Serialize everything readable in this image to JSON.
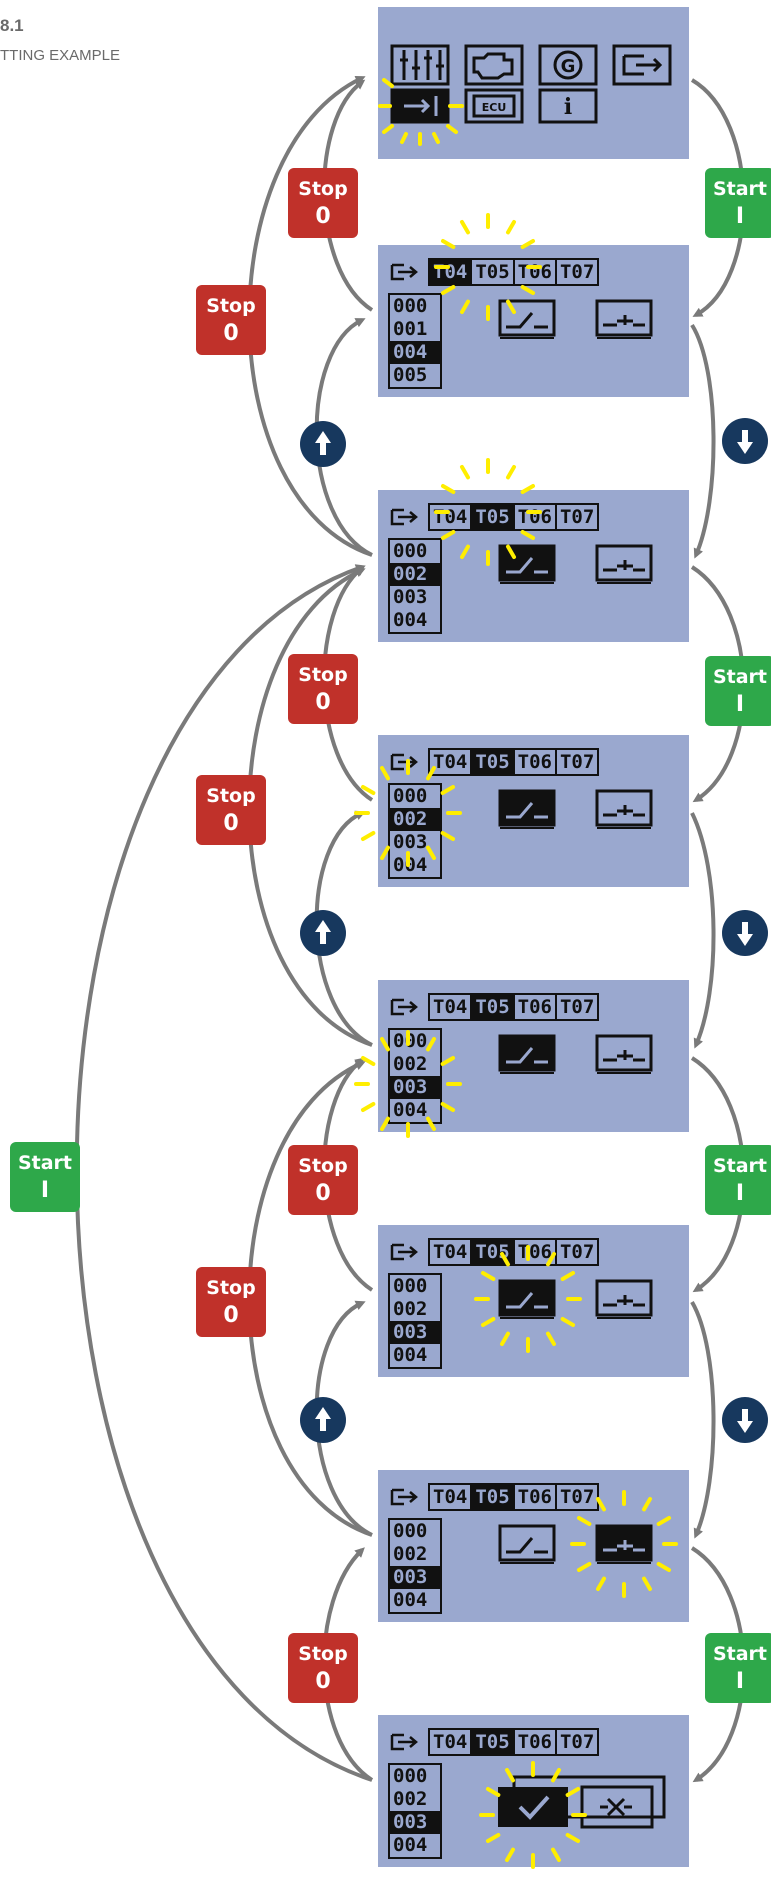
{
  "header": {
    "section_number": "8.1",
    "section_title": "TTING EXAMPLE"
  },
  "buttons": {
    "stop_label": "Stop",
    "stop_symbol": "0",
    "start_label": "Start",
    "start_symbol": "I"
  },
  "main_menu": {
    "items": [
      "settings-sliders-icon",
      "engine-icon",
      "generator-G-icon",
      "exit-icon",
      "input-output-icon",
      "ecu-icon",
      "info-icon"
    ],
    "ecu_label": "ECU",
    "info_label": "i",
    "generator_label": "G"
  },
  "tabs": [
    "T04",
    "T05",
    "T06",
    "T07"
  ],
  "screens": [
    {
      "selected_tab": "T04",
      "codes": [
        "000",
        "001",
        "004",
        "005"
      ],
      "selected_codes": [
        "004"
      ],
      "symbol1_selected": false,
      "symbol2_selected": false,
      "focus": "tab"
    },
    {
      "selected_tab": "T05",
      "codes": [
        "000",
        "002",
        "003",
        "004"
      ],
      "selected_codes": [
        "002"
      ],
      "symbol1_selected": true,
      "symbol2_selected": false,
      "focus": "tab"
    },
    {
      "selected_tab": "T05",
      "codes": [
        "000",
        "002",
        "003",
        "004"
      ],
      "selected_codes": [
        "002"
      ],
      "symbol1_selected": true,
      "symbol2_selected": false,
      "focus": "codes"
    },
    {
      "selected_tab": "T05",
      "codes": [
        "000",
        "002",
        "003",
        "004"
      ],
      "selected_codes": [
        "003"
      ],
      "symbol1_selected": true,
      "symbol2_selected": false,
      "focus": "codes"
    },
    {
      "selected_tab": "T05",
      "codes": [
        "000",
        "002",
        "003",
        "004"
      ],
      "selected_codes": [
        "003"
      ],
      "symbol1_selected": true,
      "symbol2_selected": false,
      "focus": "symbol1"
    },
    {
      "selected_tab": "T05",
      "codes": [
        "000",
        "002",
        "003",
        "004"
      ],
      "selected_codes": [
        "003"
      ],
      "symbol1_selected": false,
      "symbol2_selected": true,
      "focus": "symbol2"
    },
    {
      "selected_tab": "T05",
      "codes": [
        "000",
        "002",
        "003",
        "004"
      ],
      "selected_codes": [
        "003"
      ],
      "symbol1_selected": false,
      "symbol2_selected": false,
      "focus": "confirm"
    }
  ],
  "colors": {
    "screen_bg": "#9aa8cf",
    "stop": "#c0312a",
    "start": "#2ea84a",
    "nav": "#17385e",
    "arrow": "#7a7a7a",
    "sparkle": "#ffee00"
  }
}
